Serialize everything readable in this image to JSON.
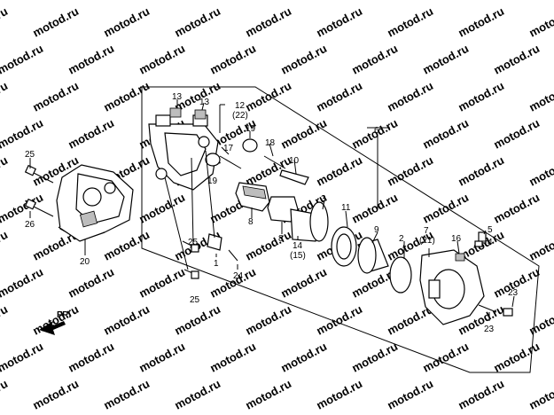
{
  "watermark": "motod.ru",
  "direction_label": "FR.",
  "callouts": {
    "c1": "1",
    "c2": "2",
    "c3": "3",
    "c4": "4",
    "c5": "5",
    "c6": "6",
    "c7": "7",
    "c7sub": "(21)",
    "c8a": "8",
    "c8b": "8",
    "c9": "9",
    "c10": "10",
    "c11": "11",
    "c12": "12",
    "c12sub": "(22)",
    "c13a": "13",
    "c13b": "13",
    "c14": "14",
    "c14sub": "(15)",
    "c16": "16",
    "c17": "17",
    "c18": "18",
    "c19a": "19",
    "c19b": "19",
    "c20": "20",
    "c23a": "23",
    "c23b": "23",
    "c24": "24",
    "c25a": "25",
    "c25b": "25",
    "c25c": "25",
    "c26": "26"
  }
}
